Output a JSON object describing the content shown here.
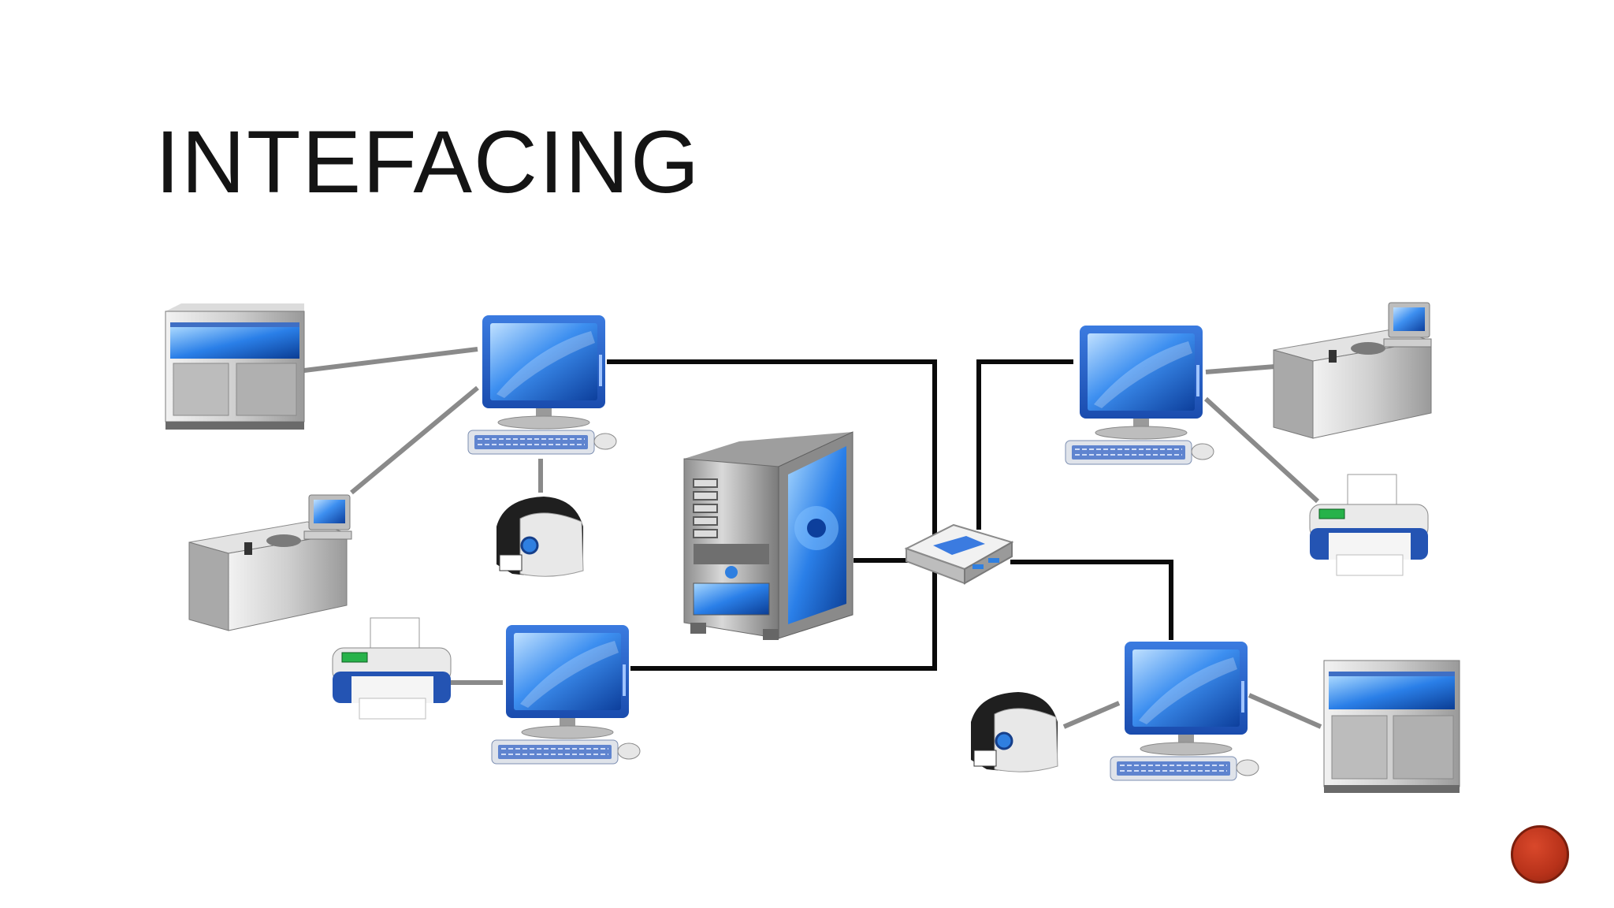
{
  "slide": {
    "title": "INTEFACING",
    "page_number": ""
  },
  "diagram": {
    "nodes": [
      {
        "id": "server",
        "icon": "server-tower-icon"
      },
      {
        "id": "hub",
        "icon": "network-hub-icon"
      },
      {
        "id": "workstation-top-left",
        "icon": "desktop-computer-icon"
      },
      {
        "id": "workstation-bottom-left",
        "icon": "desktop-computer-icon"
      },
      {
        "id": "workstation-top-right",
        "icon": "desktop-computer-icon"
      },
      {
        "id": "workstation-bottom-right",
        "icon": "desktop-computer-icon"
      },
      {
        "id": "analyzer-large-top-left",
        "icon": "lab-analyzer-icon"
      },
      {
        "id": "analyzer-small-left",
        "icon": "lab-analyzer-with-monitor-icon"
      },
      {
        "id": "analyzer-small-top-right",
        "icon": "lab-analyzer-with-monitor-icon"
      },
      {
        "id": "analyzer-large-bottom-right",
        "icon": "lab-analyzer-icon"
      },
      {
        "id": "label-printer-left",
        "icon": "label-printer-icon"
      },
      {
        "id": "label-printer-right",
        "icon": "label-printer-icon"
      },
      {
        "id": "fax-printer-left",
        "icon": "fax-printer-icon"
      },
      {
        "id": "fax-printer-right",
        "icon": "fax-printer-icon"
      }
    ],
    "colors": {
      "screen": "#2f7fe0",
      "device_body": "#c9c9c9",
      "network_line": "#0a0a0a",
      "device_line": "#8a8a8a",
      "badge": "#c0391f"
    }
  }
}
